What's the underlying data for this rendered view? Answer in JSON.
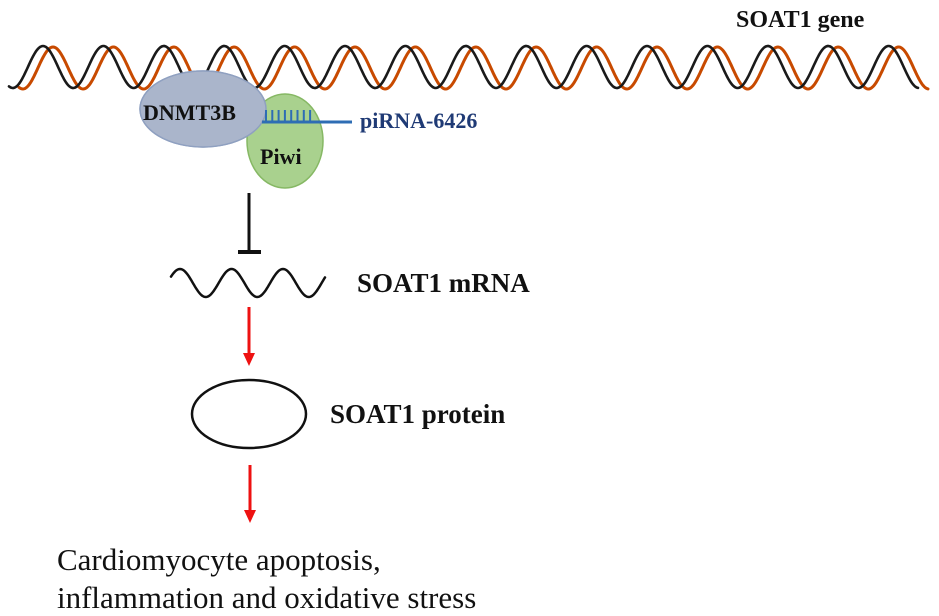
{
  "diagram": {
    "title": "piRNA-6426 regulation of SOAT1",
    "gene_label": "SOAT1 gene",
    "complex": {
      "dnmt_label": "DNMT3B",
      "piwi_label": "Piwi",
      "pirna_label": "piRNA-6426"
    },
    "mrna_label": "SOAT1 mRNA",
    "protein_label": "SOAT1 protein",
    "outcome_lines": [
      "Cardiomyocyte apoptosis,",
      "inflammation and oxidative stress"
    ],
    "relations": [
      {
        "from": "DNMT3B/Piwi/piRNA-6426 complex",
        "to": "SOAT1 mRNA",
        "type": "inhibition"
      },
      {
        "from": "SOAT1 mRNA",
        "to": "SOAT1 protein",
        "type": "activation"
      },
      {
        "from": "SOAT1 protein",
        "to": "Cardiomyocyte apoptosis, inflammation and oxidative stress",
        "type": "activation"
      }
    ],
    "colors": {
      "strand_a": "#1a1a1a",
      "strand_b": "#c84a00",
      "dnmt_fill": "#aab5cb",
      "dnmt_stroke": "#8fa0c0",
      "piwi_fill": "#a9d18e",
      "piwi_stroke": "#86b864",
      "pirna": "#2e6db4",
      "pirna_text": "#1f3a75",
      "arrow": "#ee1111",
      "text": "#111111"
    }
  }
}
